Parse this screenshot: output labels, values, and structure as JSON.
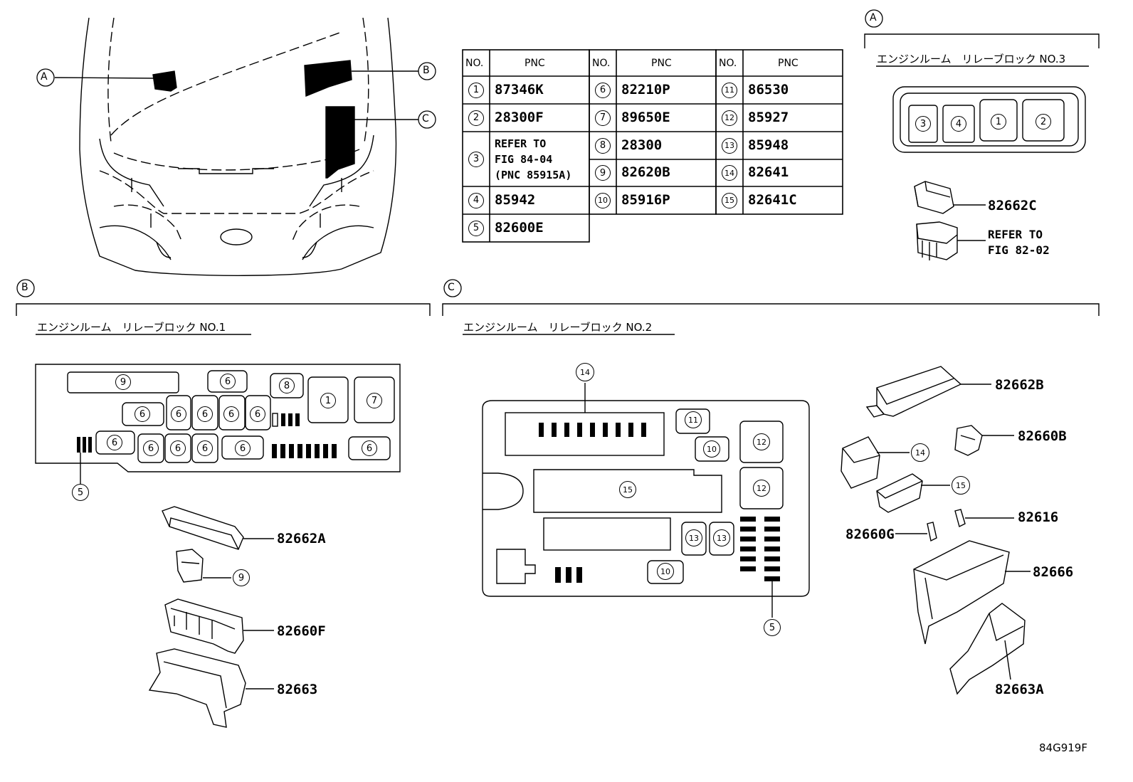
{
  "callouts": {
    "A": "A",
    "B": "B",
    "C": "C"
  },
  "table": {
    "headers": [
      "NO.",
      "PNC"
    ],
    "rows": [
      {
        "no": "1",
        "pnc": "87346K"
      },
      {
        "no": "2",
        "pnc": "28300F"
      },
      {
        "no": "3",
        "pnc_lines": [
          "REFER TO",
          "FIG 84-04",
          "(PNC 85915A)"
        ]
      },
      {
        "no": "4",
        "pnc": "85942"
      },
      {
        "no": "5",
        "pnc": "82600E"
      },
      {
        "no": "6",
        "pnc": "82210P"
      },
      {
        "no": "7",
        "pnc": "89650E"
      },
      {
        "no": "8",
        "pnc": "28300"
      },
      {
        "no": "9",
        "pnc": "82620B"
      },
      {
        "no": "10",
        "pnc": "85916P"
      },
      {
        "no": "11",
        "pnc": "86530"
      },
      {
        "no": "12",
        "pnc": "85927"
      },
      {
        "no": "13",
        "pnc": "85948"
      },
      {
        "no": "14",
        "pnc": "82641"
      },
      {
        "no": "15",
        "pnc": "82641C"
      }
    ]
  },
  "sections": {
    "A": {
      "title": "エンジンルーム　リレーブロック NO.3",
      "slots": [
        "3",
        "4",
        "1",
        "2"
      ],
      "parts": {
        "cover": "82662C",
        "refer_1": "REFER TO",
        "refer_2": "FIG 82-02"
      }
    },
    "B": {
      "title": "エンジンルーム　リレーブロック NO.1",
      "parts": {
        "cover": "82662A",
        "item9": "9",
        "block": "82660F",
        "lower": "82663",
        "item5": "5"
      }
    },
    "C": {
      "title": "エンジンルーム　リレーブロック NO.2",
      "parts": {
        "cover": "82662B",
        "bracket": "82660B",
        "item14": "14",
        "item15": "15",
        "clip": "82616",
        "g": "82660G",
        "case": "82666",
        "lower": "82663A",
        "item5": "5",
        "item14_top": "14"
      }
    }
  },
  "figure_code": "84G919F"
}
